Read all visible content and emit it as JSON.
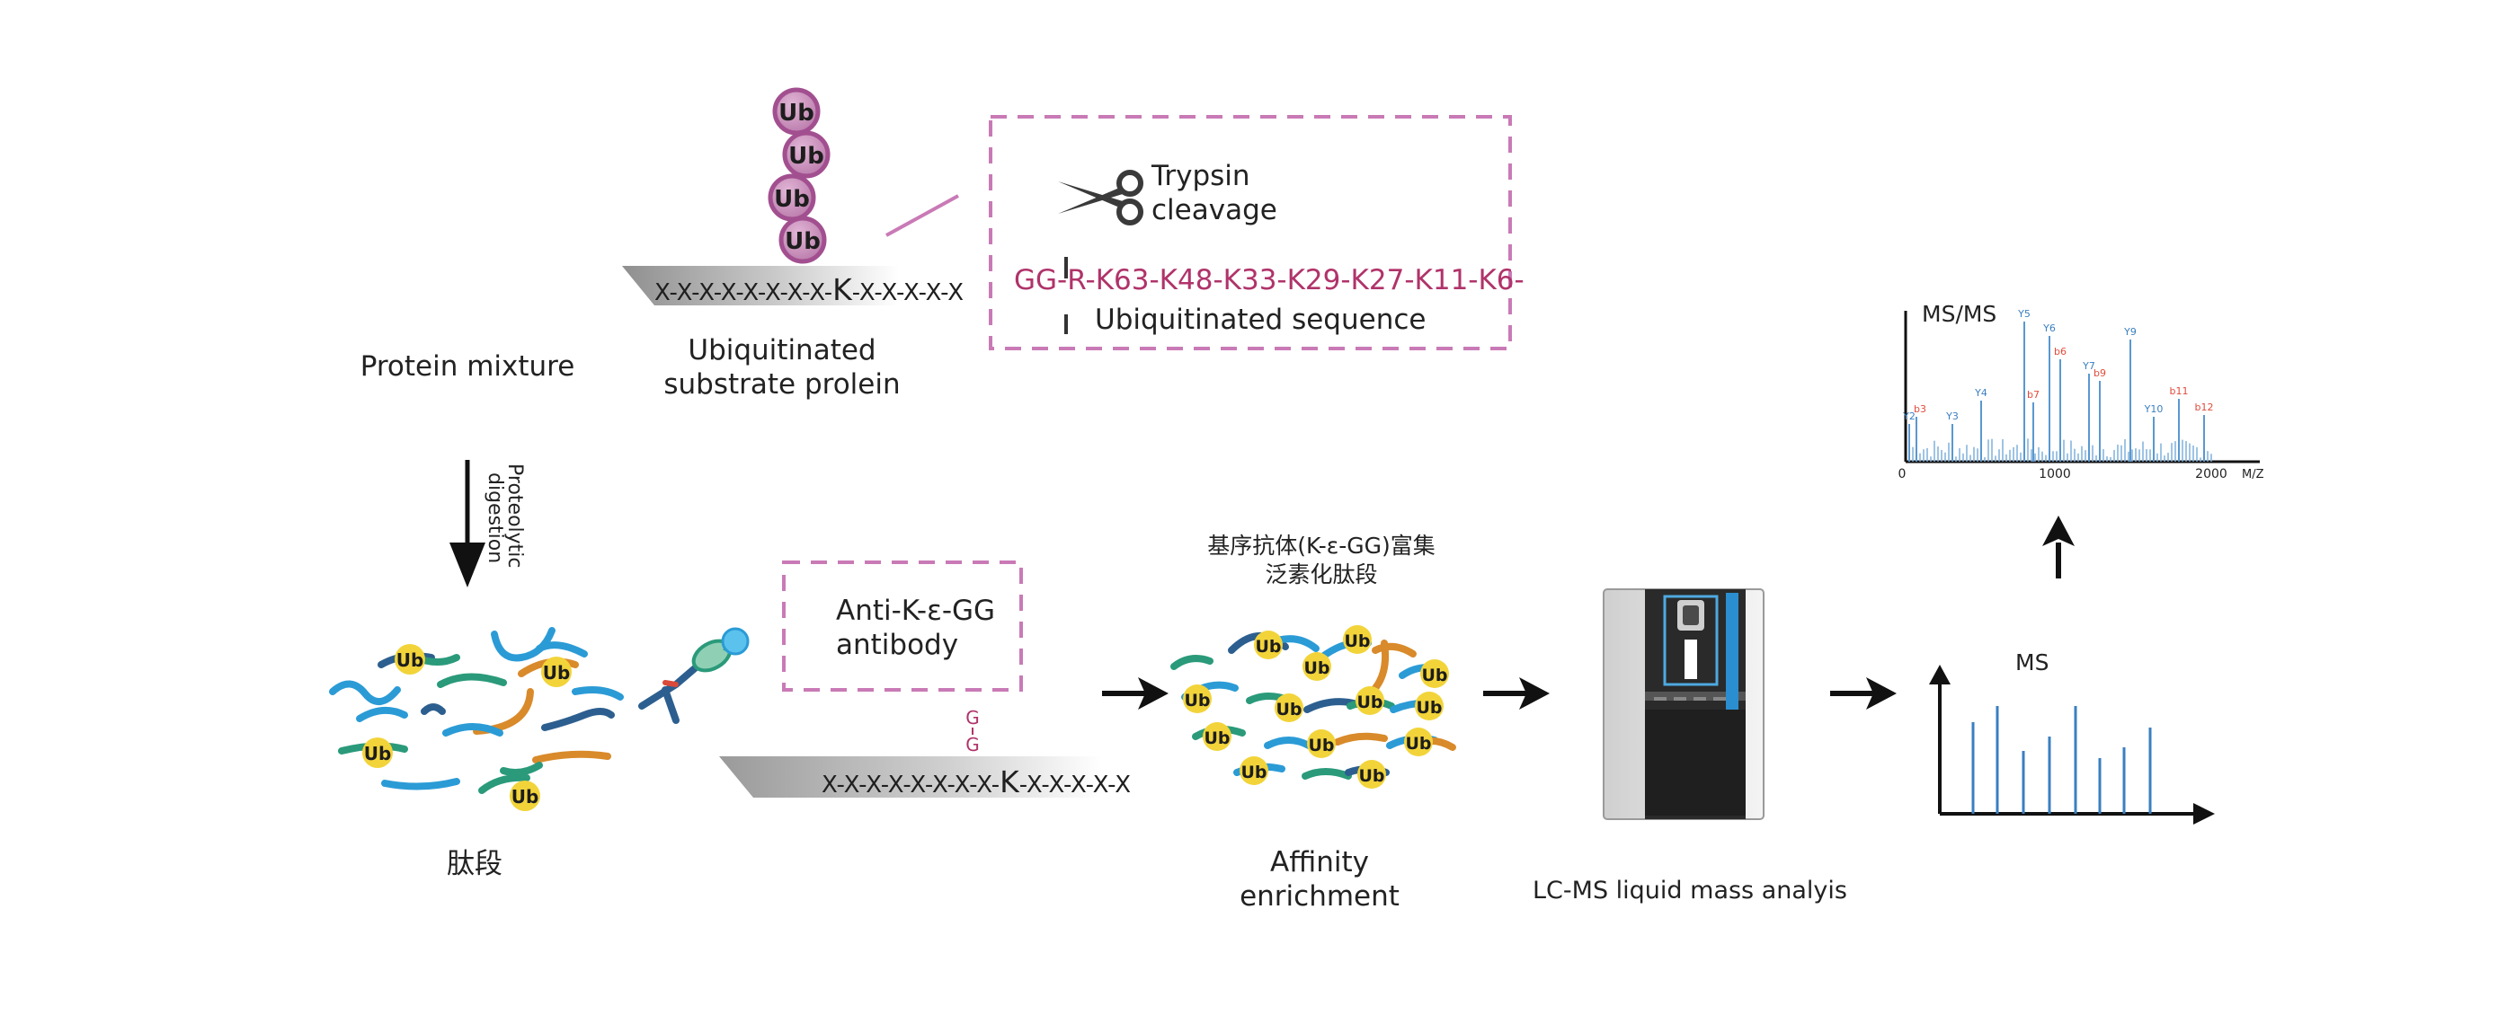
{
  "colors": {
    "magenta": "#b0336a",
    "ub_purple_fill": "#c98bbd",
    "ub_purple_stroke": "#a24f90",
    "ub_yellow": "#f2d43a",
    "dashed_box": "#c97ab6",
    "peptide_blue": "#2b9bd6",
    "peptide_teal": "#2a9a7a",
    "peptide_orange": "#d98a2a",
    "peptide_navy": "#2c5f8f",
    "ms_blue": "#3a7fc0",
    "ms_red": "#e14b3c"
  },
  "labels": {
    "protein_mixture": "Protein  mixture",
    "ubiquitinated_substrate_line1": "Ubiquitinated",
    "ubiquitinated_substrate_line2": "substrate prolein",
    "trypsin_line1": "Trypsin",
    "trypsin_line2": "cleavage",
    "proteolytic_line1": "Proteolytic",
    "proteolytic_line2": "digestion",
    "peptides": "肽段",
    "antibody_line1": "Anti-K-ε-GG",
    "antibody_line2": "antibody",
    "enrich_cn_line1": "基序抗体(K-ε-GG)富集",
    "enrich_cn_line2": "泛素化肽段",
    "affinity_line1": "Affinity",
    "affinity_line2": "enrichment",
    "lcms": "LC-MS liquid mass analyis",
    "ms": "MS",
    "msms": "MS/MS"
  },
  "ub_label": "Ub",
  "sequences": {
    "substrate_prefix": "X-X-X-X-X-X-X-X-",
    "substrate_k": "K",
    "substrate_suffix": "-X-X-X-X-X",
    "cleavage_gg": "GG-",
    "cleavage_r": "R",
    "cleavage_rest": "-K63-K48-K33-K29-K27-K11-K6-",
    "ubiquitinated_sequence": "Ubiquitinated sequence",
    "peptide_prefix": "X-X-X-X-X-X-X-X-",
    "peptide_k": "K",
    "peptide_suffix": "-X-X-X-X-X",
    "gg_top": "G",
    "gg_bottom": "G"
  },
  "msms": {
    "tick_labels": [
      "0",
      "1000",
      "2000"
    ],
    "axis_unit": "M/Z",
    "ion_labels": [
      {
        "text": "Y2",
        "color": "#3a7fc0"
      },
      {
        "text": "b3",
        "color": "#e14b3c"
      },
      {
        "text": "Y3",
        "color": "#3a7fc0"
      },
      {
        "text": "Y4",
        "color": "#3a7fc0"
      },
      {
        "text": "Y5",
        "color": "#3a7fc0"
      },
      {
        "text": "b7",
        "color": "#e14b3c"
      },
      {
        "text": "Y6",
        "color": "#3a7fc0"
      },
      {
        "text": "b6",
        "color": "#e14b3c"
      },
      {
        "text": "Y7",
        "color": "#3a7fc0"
      },
      {
        "text": "b9",
        "color": "#e14b3c"
      },
      {
        "text": "Y9",
        "color": "#3a7fc0"
      },
      {
        "text": "Y10",
        "color": "#3a7fc0"
      },
      {
        "text": "b11",
        "color": "#e14b3c"
      },
      {
        "text": "b12",
        "color": "#e14b3c"
      }
    ]
  }
}
